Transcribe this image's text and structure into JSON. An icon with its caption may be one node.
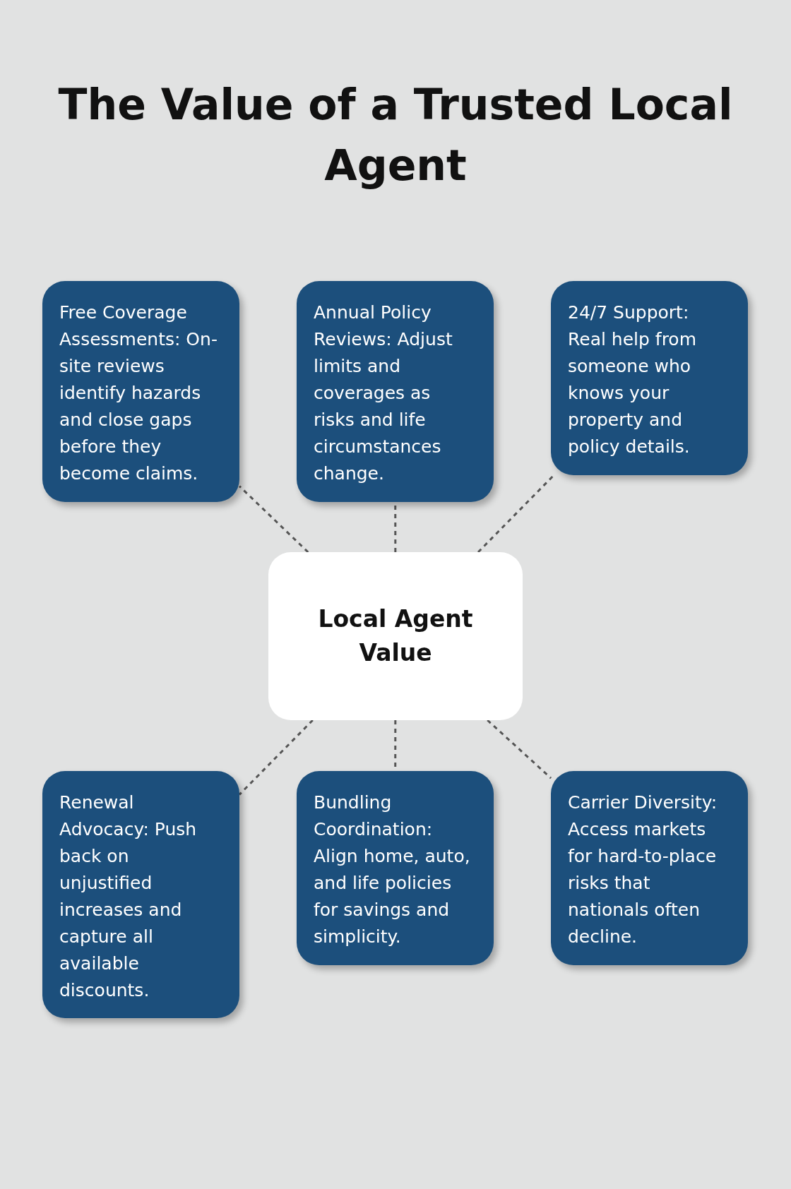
{
  "diagram": {
    "title": "The Value of a Trusted Local Agent",
    "nodes": [
      {
        "text": [
          "Free Coverage Assessments: On-site reviews identify hazards and close gaps before they become claims."
        ]
      },
      {
        "text": [
          "Annual Policy Reviews: Adjust limits and coverages as risks and life circumstances change."
        ]
      },
      {
        "text": [
          "24/7 Support: Real help from someone who knows your property and policy details."
        ]
      },
      {
        "text": [
          "Local Agent Value"
        ]
      },
      {
        "text": [
          "Renewal Advocacy: Push back on unjustified increases and capture all available discounts."
        ]
      },
      {
        "text": [
          "Bundling Coordination: Align home, auto, and life policies for savings and simplicity."
        ]
      },
      {
        "text": [
          "Carrier Diversity: Access markets for hard-to-place risks that nationals often decline."
        ]
      }
    ],
    "edges": [
      {
        "from": 3,
        "to": 0,
        "arrow": "none",
        "style": "dashed"
      },
      {
        "from": 3,
        "to": 1,
        "arrow": "none",
        "style": "dashed"
      },
      {
        "from": 3,
        "to": 2,
        "arrow": "none",
        "style": "dashed"
      },
      {
        "from": 3,
        "to": 4,
        "arrow": "none",
        "style": "dashed"
      },
      {
        "from": 3,
        "to": 5,
        "arrow": "none",
        "style": "dashed"
      },
      {
        "from": 3,
        "to": 6,
        "arrow": "none",
        "style": "dashed"
      }
    ]
  }
}
